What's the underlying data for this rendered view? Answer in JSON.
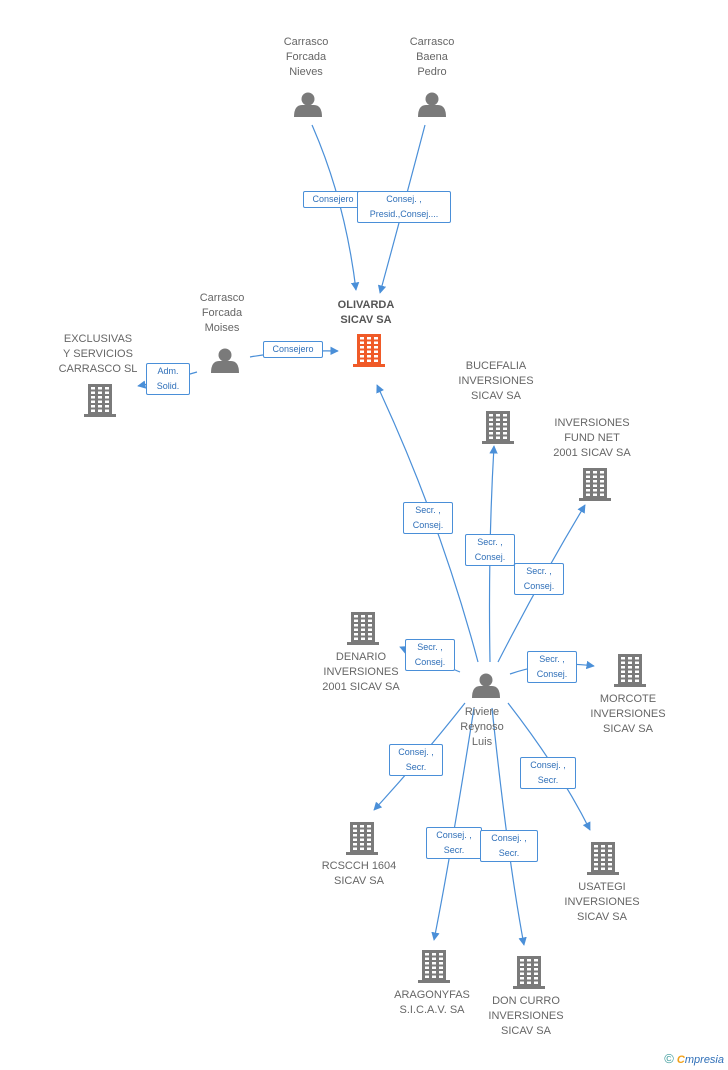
{
  "colors": {
    "edge": "#4a8fd8",
    "person": "#7a7a7a",
    "company": "#7a7a7a",
    "main_company": "#f05a28"
  },
  "nodes": [
    {
      "id": "nieves",
      "kind": "person",
      "label": "Carrasco\nForcada\nNieves"
    },
    {
      "id": "pedro",
      "kind": "person",
      "label": "Carrasco\nBaena\nPedro"
    },
    {
      "id": "moises",
      "kind": "person",
      "label": "Carrasco\nForcada\nMoises"
    },
    {
      "id": "olivarda",
      "kind": "main",
      "label": "OLIVARDA\nSICAV SA"
    },
    {
      "id": "exclusivas",
      "kind": "company",
      "label": "EXCLUSIVAS\nY SERVICIOS\nCARRASCO SL"
    },
    {
      "id": "bucefalia",
      "kind": "company",
      "label": "BUCEFALIA\nINVERSIONES\nSICAV SA"
    },
    {
      "id": "fundnet",
      "kind": "company",
      "label": "INVERSIONES\nFUND NET\n2001 SICAV SA"
    },
    {
      "id": "denario",
      "kind": "company",
      "label": "DENARIO\nINVERSIONES\n2001 SICAV SA"
    },
    {
      "id": "riviere",
      "kind": "person",
      "label": "Riviere\nReynoso\nLuis"
    },
    {
      "id": "morcote",
      "kind": "company",
      "label": "MORCOTE\nINVERSIONES\nSICAV SA"
    },
    {
      "id": "rcscch",
      "kind": "company",
      "label": "RCSCCH 1604\nSICAV SA"
    },
    {
      "id": "usategi",
      "kind": "company",
      "label": "USATEGI\nINVERSIONES\nSICAV SA"
    },
    {
      "id": "aragonyfas",
      "kind": "company",
      "label": "ARAGONYFAS\nS.I.C.A.V. SA"
    },
    {
      "id": "doncurro",
      "kind": "company",
      "label": "DON CURRO\nINVERSIONES\nSICAV SA"
    }
  ],
  "edges": [
    {
      "id": "e1",
      "from": "nieves",
      "to": "olivarda",
      "label": "Consejero"
    },
    {
      "id": "e2",
      "from": "pedro",
      "to": "olivarda",
      "label": "Consej. ,\nPresid.,Consej...."
    },
    {
      "id": "e3",
      "from": "moises",
      "to": "olivarda",
      "label": "Consejero"
    },
    {
      "id": "e4",
      "from": "moises",
      "to": "exclusivas",
      "label": "Adm.\nSolid."
    },
    {
      "id": "e5",
      "from": "riviere",
      "to": "olivarda",
      "label": "Secr. ,\nConsej."
    },
    {
      "id": "e6",
      "from": "riviere",
      "to": "bucefalia",
      "label": "Secr. ,\nConsej."
    },
    {
      "id": "e7",
      "from": "riviere",
      "to": "fundnet",
      "label": "Secr. ,\nConsej."
    },
    {
      "id": "e8",
      "from": "riviere",
      "to": "denario",
      "label": "Secr. ,\nConsej."
    },
    {
      "id": "e9",
      "from": "riviere",
      "to": "morcote",
      "label": "Secr. ,\nConsej."
    },
    {
      "id": "e10",
      "from": "riviere",
      "to": "rcscch",
      "label": "Consej. ,\nSecr."
    },
    {
      "id": "e11",
      "from": "riviere",
      "to": "usategi",
      "label": "Consej. ,\nSecr."
    },
    {
      "id": "e12",
      "from": "riviere",
      "to": "aragonyfas",
      "label": "Consej. ,\nSecr."
    },
    {
      "id": "e13",
      "from": "riviere",
      "to": "doncurro",
      "label": "Consej. ,\nSecr."
    }
  ],
  "footer": {
    "copyright": "©",
    "brand_initial": "C",
    "brand_rest": "mpresia"
  }
}
